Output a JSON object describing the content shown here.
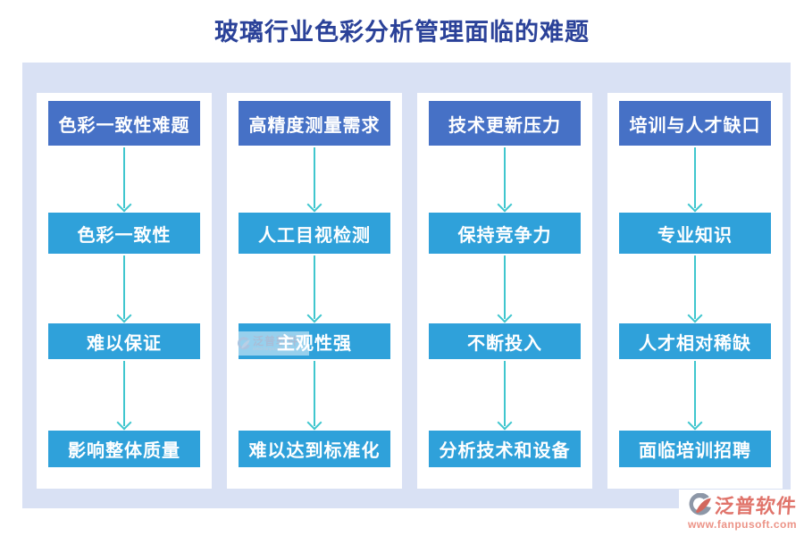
{
  "title": "玻璃行业色彩分析管理面临的难题",
  "columns": [
    {
      "header": "色彩一致性难题",
      "steps": [
        "色彩一致性",
        "难以保证",
        "影响整体质量"
      ]
    },
    {
      "header": "高精度测量需求",
      "steps": [
        "人工目视检测",
        "主观性强",
        "难以达到标准化"
      ]
    },
    {
      "header": "技术更新压力",
      "steps": [
        "保持竞争力",
        "不断投入",
        "分析技术和设备"
      ]
    },
    {
      "header": "培训与人才缺口",
      "steps": [
        "专业知识",
        "人才相对稀缺",
        "面临培训招聘"
      ]
    }
  ],
  "branding": {
    "logo_text": "泛普软件",
    "logo_url": "www.fanpusoft.com",
    "watermark_text": "泛普软件",
    "watermark_url": "www.fanpusoft.com"
  },
  "colors": {
    "title": "#2b4299",
    "board_background": "#d9e1f4",
    "header_box": "#4671c6",
    "step_box": "#2fa1da",
    "arrow": "#3fc6ce",
    "brand_text": "#e0746b"
  }
}
